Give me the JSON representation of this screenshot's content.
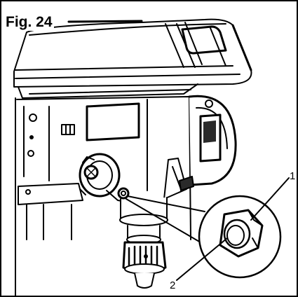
{
  "figure": {
    "label": "Fig. 24",
    "callouts": [
      {
        "number": "1"
      },
      {
        "number": "2"
      }
    ]
  },
  "colors": {
    "ink": "#000000",
    "paper": "#ffffff",
    "shade": "#2a2a2a"
  }
}
